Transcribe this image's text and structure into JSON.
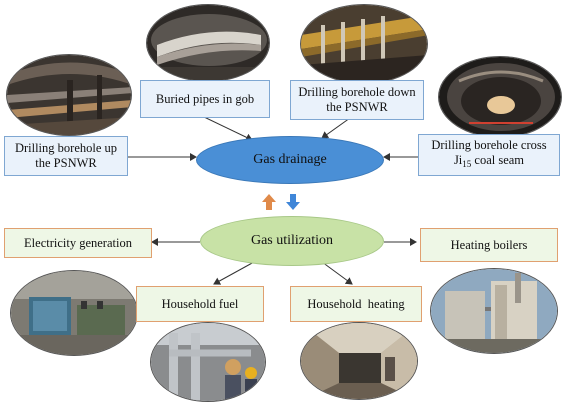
{
  "hubs": {
    "drainage": "Gas drainage",
    "utilization": "Gas utilization"
  },
  "drainage_sources": {
    "buried_pipes": "Buried pipes in gob",
    "drill_down_line1": "Drilling borehole down",
    "drill_down_line2": "the PSNWR",
    "drill_up_line1": "Drilling borehole up",
    "drill_up_line2": "the PSNWR",
    "drill_cross_line1": "Drilling borehole cross",
    "drill_cross_line2_main": "Ji",
    "drill_cross_line2_sub": "15",
    "drill_cross_line2_end": " coal seam"
  },
  "utilization_targets": {
    "electricity": "Electricity generation",
    "heating_boilers": "Heating boilers",
    "household_fuel": "Household fuel",
    "household_heating": "Household  heating"
  },
  "colors": {
    "drainage_fill": "#4a8fd6",
    "utilization_fill": "#c8e2a6",
    "up_arrow": "#e08a4a",
    "down_arrow": "#3f86d8",
    "connector": "#333333"
  },
  "photo_icons": [
    "tunnel-pipes-photo",
    "buried-pipe-photo",
    "drill-rig-photo",
    "tunnel-arch-photo",
    "generator-photo",
    "boiler-plant-photo",
    "household-pipes-photo",
    "heated-corridor-photo"
  ]
}
